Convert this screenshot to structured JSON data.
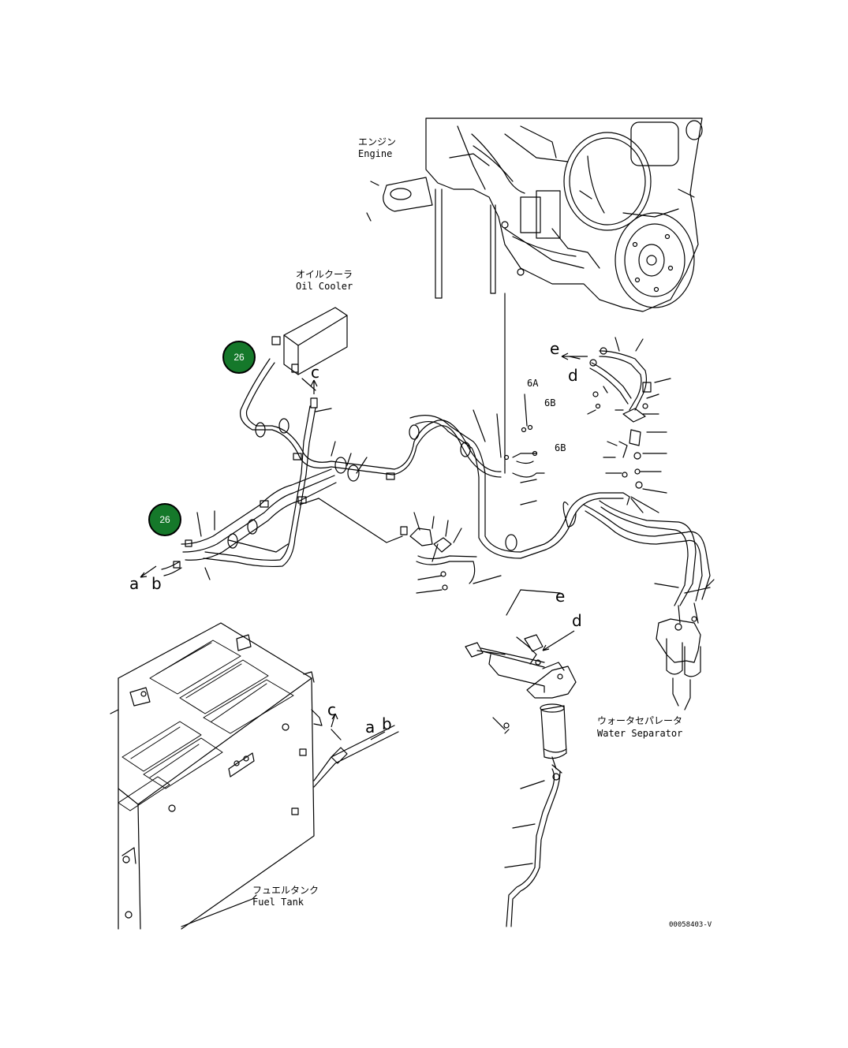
{
  "labels": {
    "engine_jp": "エンジン",
    "engine_en": "Engine",
    "oil_cooler_jp": "オイルクーラ",
    "oil_cooler_en": "Oil Cooler",
    "water_sep_jp": "ウォータセパレータ",
    "water_sep_en": "Water Separator",
    "fuel_tank_jp": "フュエルタンク",
    "fuel_tank_en": "Fuel Tank"
  },
  "callouts": [
    "26",
    "26"
  ],
  "letters": [
    "a",
    "b",
    "c",
    "d",
    "e",
    "a",
    "b",
    "c",
    "d",
    "e"
  ],
  "part_marks": [
    "6A",
    "6B",
    "6B"
  ],
  "drawing_code": "00058403-V",
  "colors": {
    "callout": "#15782a",
    "line": "#000000"
  }
}
